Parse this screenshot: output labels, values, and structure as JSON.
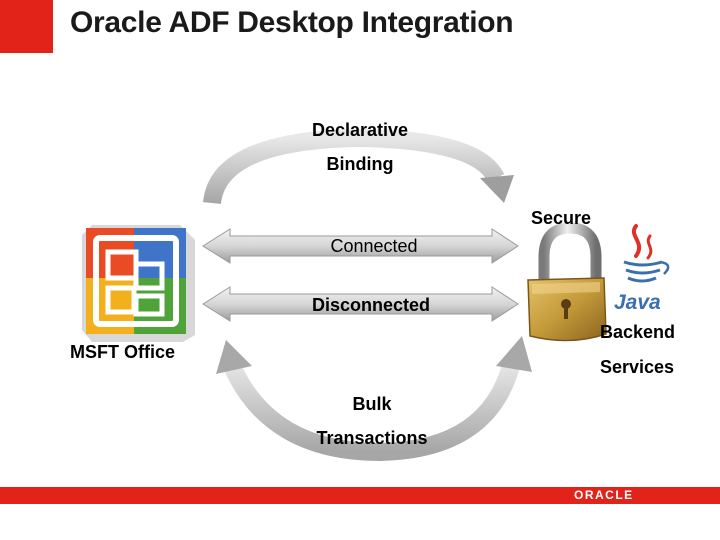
{
  "slide": {
    "title": "Oracle ADF Desktop Integration"
  },
  "diagram": {
    "top_arc": [
      "Declarative",
      "Binding"
    ],
    "arrow_connected": "Connected",
    "arrow_disconnected": "Disconnected",
    "bottom_arc": [
      "Bulk",
      "Transactions"
    ],
    "secure_label": "Secure",
    "backend_label": [
      "Backend",
      "Services"
    ],
    "office_label": "MSFT Office",
    "java_logo_text": "Java"
  },
  "footer": {
    "logo_text": "ORACLE"
  },
  "colors": {
    "oracle_red": "#e2231a",
    "arrow_gray": "#b8b8b8",
    "java_blue": "#3a6fb0",
    "java_red": "#e0302a",
    "lock_gold": "#c49a3a"
  },
  "icons": {
    "office": "office-logo-icon",
    "padlock": "padlock-icon",
    "java": "java-logo-icon"
  }
}
